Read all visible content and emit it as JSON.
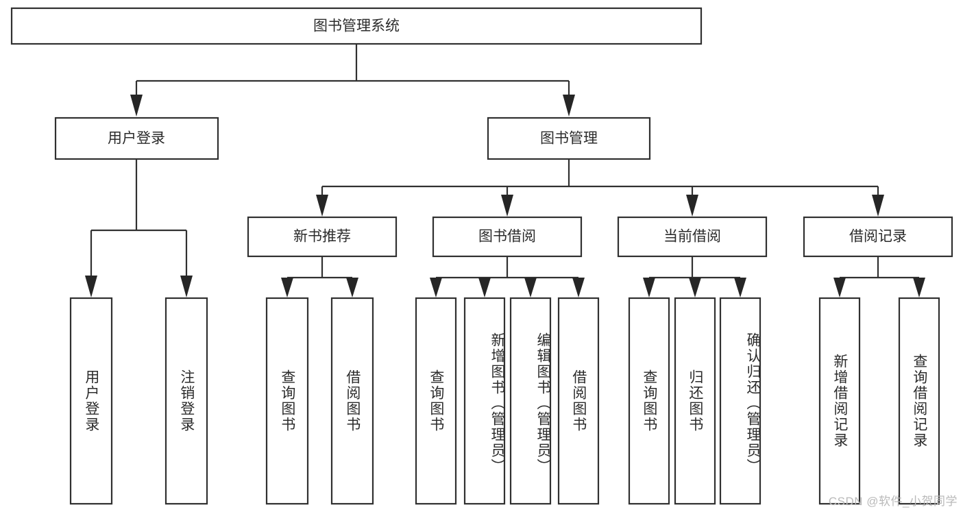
{
  "diagram": {
    "type": "tree-hierarchy",
    "title": "图书管理系统",
    "watermark": "CSDN @软件_小贺同学",
    "colors": {
      "stroke": "#303030",
      "fill": "#ffffff",
      "text": "#2b2b2b",
      "watermark": "#b9b9b9",
      "background": "#ffffff"
    },
    "root": {
      "label": "图书管理系统",
      "orientation": "horizontal"
    },
    "level2": [
      {
        "label": "用户登录",
        "orientation": "horizontal"
      },
      {
        "label": "图书管理",
        "orientation": "horizontal"
      }
    ],
    "level3": [
      {
        "label": "新书推荐",
        "orientation": "horizontal",
        "parent": "图书管理"
      },
      {
        "label": "图书借阅",
        "orientation": "horizontal",
        "parent": "图书管理"
      },
      {
        "label": "当前借阅",
        "orientation": "horizontal",
        "parent": "图书管理"
      },
      {
        "label": "借阅记录",
        "orientation": "horizontal",
        "parent": "图书管理"
      }
    ],
    "leaves": {
      "user_login": [
        {
          "label": "用户登录",
          "orientation": "vertical"
        },
        {
          "label": "注销登录",
          "orientation": "vertical"
        }
      ],
      "new_book_recommend": [
        {
          "label": "查询图书",
          "orientation": "vertical"
        },
        {
          "label": "借阅图书",
          "orientation": "vertical"
        }
      ],
      "book_borrow": [
        {
          "label": "查询图书",
          "orientation": "vertical"
        },
        {
          "label": "新增图书（管理员）",
          "orientation": "vertical"
        },
        {
          "label": "编辑图书（管理员）",
          "orientation": "vertical"
        },
        {
          "label": "借阅图书",
          "orientation": "vertical"
        }
      ],
      "current_borrow": [
        {
          "label": "查询图书",
          "orientation": "vertical"
        },
        {
          "label": "归还图书",
          "orientation": "vertical"
        },
        {
          "label": "确认归还（管理员）",
          "orientation": "vertical"
        }
      ],
      "borrow_record": [
        {
          "label": "新增借阅记录",
          "orientation": "vertical"
        },
        {
          "label": "查询借阅记录",
          "orientation": "vertical"
        }
      ]
    }
  }
}
